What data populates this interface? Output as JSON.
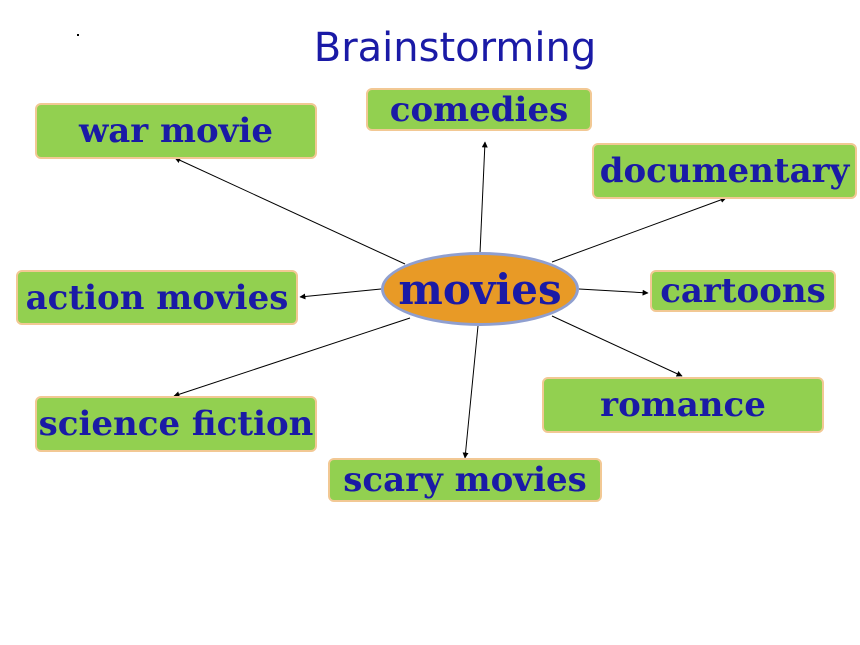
{
  "title": "Brainstorming",
  "center": "movies",
  "nodes": {
    "war_movie": "war movie",
    "comedies": "comedies",
    "documentary": "documentary",
    "action_movies": "action movies",
    "cartoons": "cartoons",
    "science_fiction": "science fiction",
    "romance": "romance",
    "scary_movies": "scary movies"
  },
  "colors": {
    "text": "#1a1aa6",
    "node_fill": "#92d050",
    "node_border": "#f2c894",
    "center_fill": "#e89a26",
    "center_border": "#8f9fd0",
    "arrow": "#000000"
  }
}
